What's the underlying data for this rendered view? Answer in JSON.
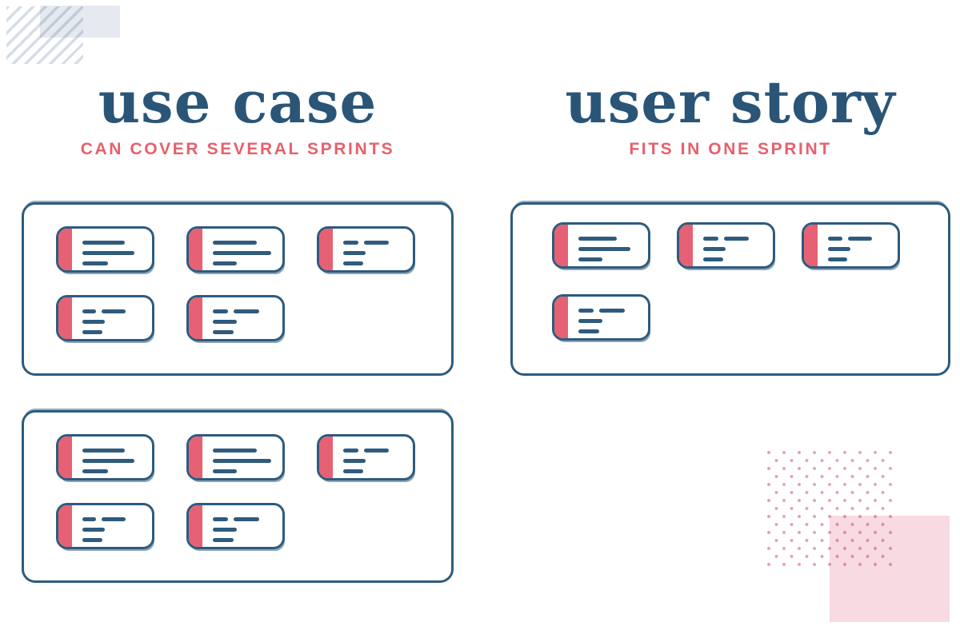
{
  "palette": {
    "navy": "#2e5b7e",
    "title_navy": "#2a5577",
    "pink": "#e66173",
    "subtitle_pink": "#e7606c",
    "deco_blue": "#e6eaf0",
    "deco_stripe": "#d6dde7",
    "deco_dot": "#eb9fae",
    "deco_square": "#f8dae2"
  },
  "left_section": {
    "title": "use case",
    "subtitle": "CAN COVER SEVERAL SPRINTS",
    "panels": [
      {
        "name": "use-case-sprint-board-1",
        "rows": [
          [
            {
              "lines": [
                [
                  53
                ],
                [
                  65
                ],
                [
                  32
                ]
              ]
            },
            {
              "lines": [
                [
                  55
                ],
                [
                  73
                ],
                [
                  30
                ]
              ]
            },
            {
              "lines": [
                [
                  19,
                  31
                ],
                [
                  28
                ],
                [
                  25
                ]
              ]
            }
          ],
          [
            {
              "lines": [
                [
                  17,
                  30
                ],
                [
                  28
                ],
                [
                  25
                ]
              ]
            },
            {
              "lines": [
                [
                  19,
                  32
                ],
                [
                  30
                ],
                [
                  26
                ]
              ]
            }
          ]
        ]
      },
      {
        "name": "use-case-sprint-board-2",
        "rows": [
          [
            {
              "lines": [
                [
                  53
                ],
                [
                  65
                ],
                [
                  32
                ]
              ]
            },
            {
              "lines": [
                [
                  55
                ],
                [
                  73
                ],
                [
                  30
                ]
              ]
            },
            {
              "lines": [
                [
                  19,
                  31
                ],
                [
                  28
                ],
                [
                  25
                ]
              ]
            }
          ],
          [
            {
              "lines": [
                [
                  17,
                  30
                ],
                [
                  28
                ],
                [
                  25
                ]
              ]
            },
            {
              "lines": [
                [
                  19,
                  32
                ],
                [
                  30
                ],
                [
                  26
                ]
              ]
            }
          ]
        ]
      }
    ]
  },
  "right_section": {
    "title": "user story",
    "subtitle": "FITS IN ONE SPRINT",
    "panels": [
      {
        "name": "user-story-sprint-board",
        "rows": [
          [
            {
              "lines": [
                [
                  48
                ],
                [
                  65
                ],
                [
                  30
                ]
              ]
            },
            {
              "lines": [
                [
                  19,
                  31
                ],
                [
                  28
                ],
                [
                  25
                ]
              ]
            },
            {
              "lines": [
                [
                  18,
                  30
                ],
                [
                  28
                ],
                [
                  24
                ]
              ]
            }
          ],
          [
            {
              "lines": [
                [
                  19,
                  32
                ],
                [
                  30
                ],
                [
                  26
                ]
              ]
            }
          ]
        ]
      }
    ]
  }
}
